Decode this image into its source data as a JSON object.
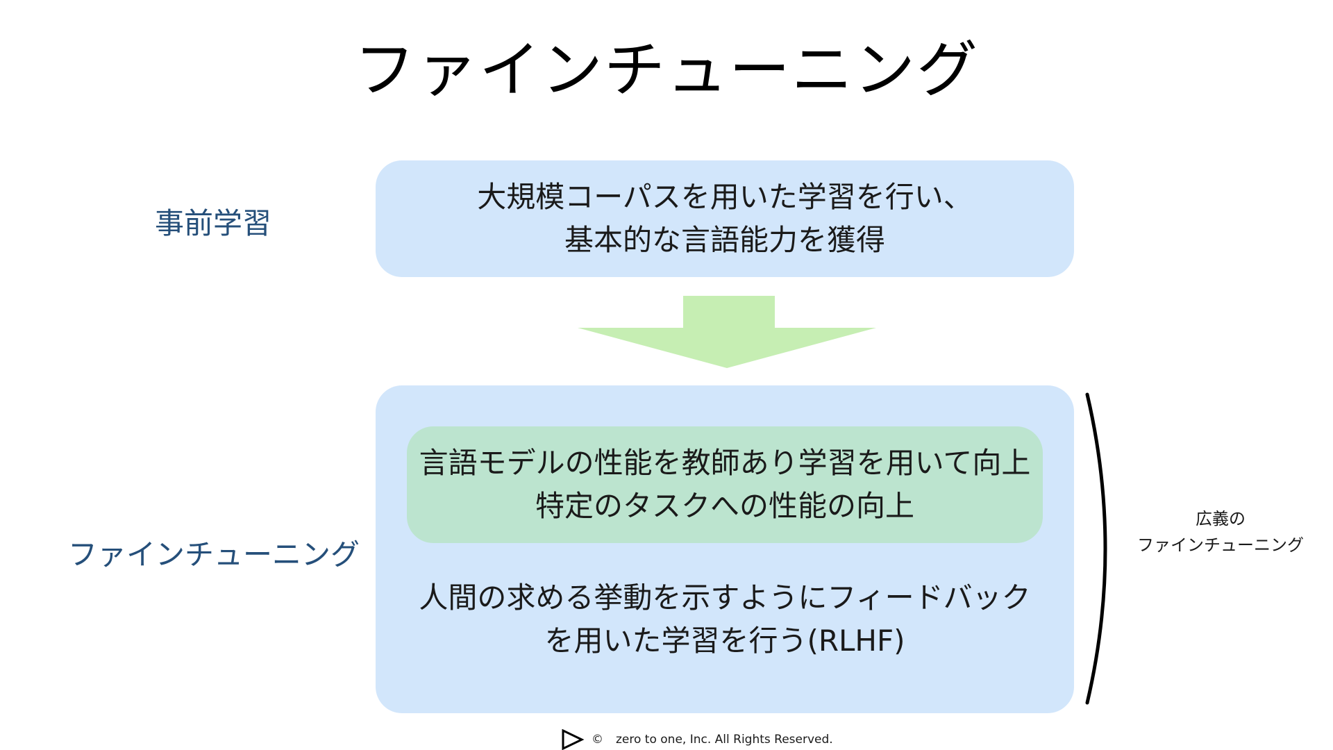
{
  "title": "ファインチューニング",
  "labels": {
    "pretrain": "事前学習",
    "finetune": "ファインチューニング"
  },
  "pretrain_box": {
    "lines": [
      "大規模コーパスを用いた学習を行い、",
      "基本的な言語能力を獲得"
    ]
  },
  "finetune_inner_box": {
    "lines": [
      "言語モデルの性能を教師あり学習を用いて向上",
      "特定のタスクへの性能の向上"
    ]
  },
  "finetune_rlhf": {
    "lines": [
      "人間の求める挙動を示すようにフィードバック",
      "を用いた学習を行う(RLHF)"
    ]
  },
  "bracket_label": {
    "lines": [
      "広義の",
      "ファインチューニング"
    ]
  },
  "footer": {
    "copyright_symbol": "©",
    "text": "zero to one, Inc. All Rights Reserved."
  },
  "colors": {
    "box_blue": "#d2e6fb",
    "box_green": "#bce4cf",
    "arrow_green": "#c6eeb3",
    "label_blue": "#254f7a"
  }
}
